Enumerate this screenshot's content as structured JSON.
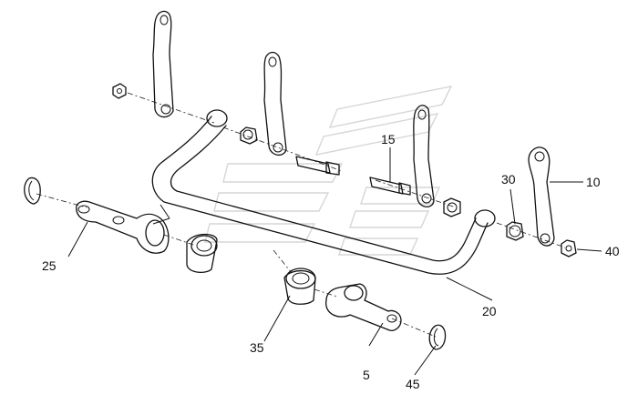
{
  "diagram": {
    "callouts": {
      "c5": "5",
      "c10": "10",
      "c15": "15",
      "c20": "20",
      "c25": "25",
      "c30": "30",
      "c35": "35",
      "c40": "40",
      "c45": "45"
    }
  }
}
